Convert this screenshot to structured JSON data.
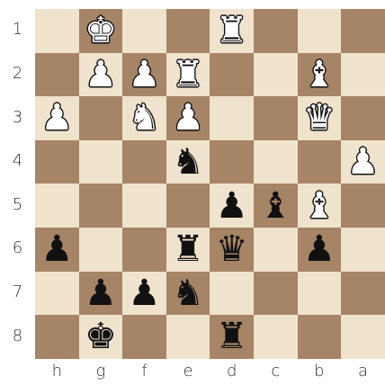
{
  "board": {
    "ranks": [
      "1",
      "2",
      "3",
      "4",
      "5",
      "6",
      "7",
      "8"
    ],
    "files": [
      "h",
      "g",
      "f",
      "e",
      "d",
      "c",
      "b",
      "a"
    ],
    "light_color": "#f0e3cd",
    "dark_color": "#a68466",
    "pieces": [
      {
        "square": "g1",
        "color": "white",
        "type": "king",
        "glyph": "♚"
      },
      {
        "square": "d1",
        "color": "white",
        "type": "rook",
        "glyph": "♜"
      },
      {
        "square": "g2",
        "color": "white",
        "type": "pawn",
        "glyph": "♟"
      },
      {
        "square": "f2",
        "color": "white",
        "type": "pawn",
        "glyph": "♟"
      },
      {
        "square": "e2",
        "color": "white",
        "type": "rook",
        "glyph": "♜"
      },
      {
        "square": "b2",
        "color": "white",
        "type": "bishop",
        "glyph": "♝"
      },
      {
        "square": "h3",
        "color": "white",
        "type": "pawn",
        "glyph": "♟"
      },
      {
        "square": "f3",
        "color": "white",
        "type": "knight",
        "glyph": "♞"
      },
      {
        "square": "e3",
        "color": "white",
        "type": "pawn",
        "glyph": "♟"
      },
      {
        "square": "b3",
        "color": "white",
        "type": "queen",
        "glyph": "♛"
      },
      {
        "square": "e4",
        "color": "black",
        "type": "knight",
        "glyph": "♞"
      },
      {
        "square": "a4",
        "color": "white",
        "type": "pawn",
        "glyph": "♟"
      },
      {
        "square": "d5",
        "color": "black",
        "type": "pawn",
        "glyph": "♟"
      },
      {
        "square": "c5",
        "color": "black",
        "type": "bishop",
        "glyph": "♝"
      },
      {
        "square": "b5",
        "color": "white",
        "type": "bishop",
        "glyph": "♝"
      },
      {
        "square": "h6",
        "color": "black",
        "type": "pawn",
        "glyph": "♟"
      },
      {
        "square": "e6",
        "color": "black",
        "type": "rook",
        "glyph": "♜"
      },
      {
        "square": "d6",
        "color": "black",
        "type": "queen",
        "glyph": "♛"
      },
      {
        "square": "b6",
        "color": "black",
        "type": "pawn",
        "glyph": "♟"
      },
      {
        "square": "g7",
        "color": "black",
        "type": "pawn",
        "glyph": "♟"
      },
      {
        "square": "f7",
        "color": "black",
        "type": "pawn",
        "glyph": "♟"
      },
      {
        "square": "e7",
        "color": "black",
        "type": "knight",
        "glyph": "♞"
      },
      {
        "square": "g8",
        "color": "black",
        "type": "king",
        "glyph": "♚"
      },
      {
        "square": "d8",
        "color": "black",
        "type": "rook",
        "glyph": "♜"
      }
    ]
  }
}
